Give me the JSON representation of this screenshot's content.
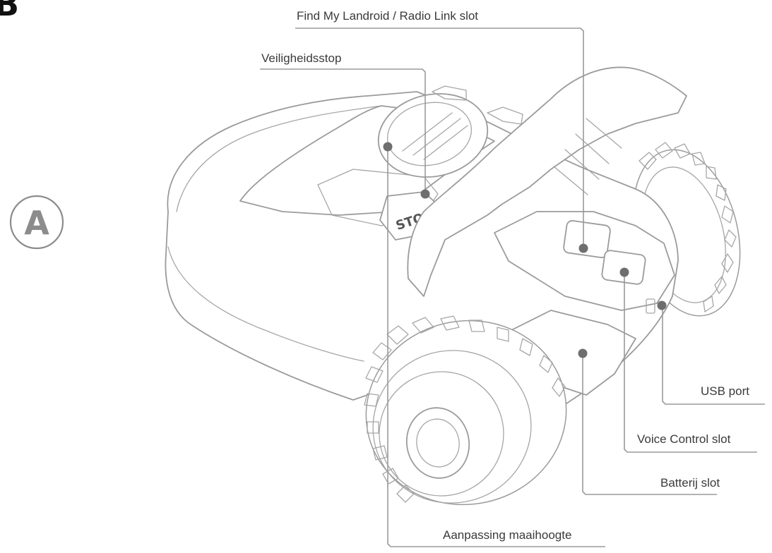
{
  "corner_mark": "B",
  "badge": {
    "letter": "A"
  },
  "stop_button_label": "STOP",
  "callouts": {
    "find_my": "Find My Landroid / Radio Link slot",
    "safety_stop": "Veiligheidsstop",
    "usb": "USB port",
    "voice": "Voice Control slot",
    "battery": "Batterij slot",
    "height": "Aanpassing maaihoogte"
  },
  "colors": {
    "outline": "#9b9b9b",
    "leader": "#9a9a9a",
    "dot": "#6e6e6e",
    "text": "#3a3a3a",
    "badge": "#8c8c8c"
  }
}
